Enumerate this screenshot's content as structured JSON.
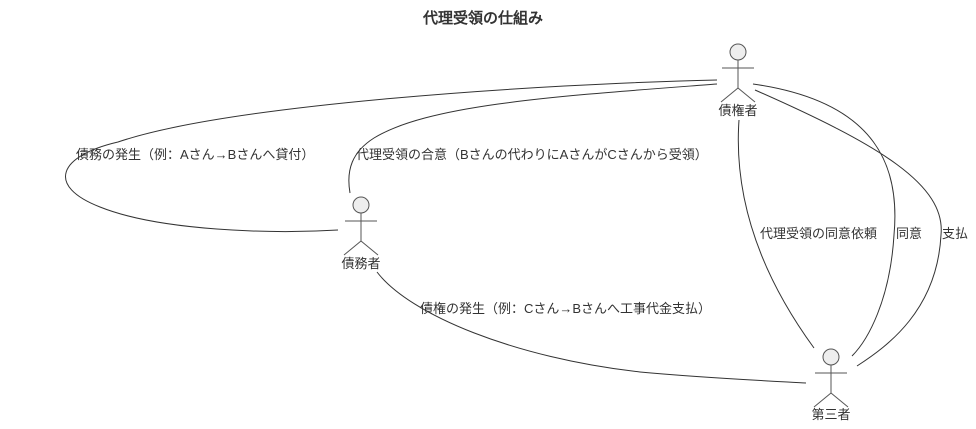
{
  "title": "代理受領の仕組み",
  "actors": [
    {
      "id": "creditor",
      "name": "債権者"
    },
    {
      "id": "debtor",
      "name": "債務者"
    },
    {
      "id": "third_party",
      "name": "第三者"
    }
  ],
  "edges": [
    {
      "between": [
        "債権者",
        "債務者"
      ],
      "label": "債務の発生（例：Aさん→Bさんへ貸付）"
    },
    {
      "between": [
        "債権者",
        "債務者"
      ],
      "label": "代理受領の合意（Bさんの代わりにAさんがCさんから受領）"
    },
    {
      "between": [
        "債務者",
        "第三者"
      ],
      "label": "債権の発生（例：Cさん→Bさんへ工事代金支払）"
    },
    {
      "between": [
        "債権者",
        "第三者"
      ],
      "label": "代理受領の同意依頼"
    },
    {
      "between": [
        "債権者",
        "第三者"
      ],
      "label": "同意"
    },
    {
      "between": [
        "債権者",
        "第三者"
      ],
      "label": "支払"
    }
  ],
  "colors": {
    "edge": "#333333",
    "actor_stroke": "#555555",
    "actor_head_fill": "#eeeeee",
    "text": "#333333",
    "background": "#ffffff"
  }
}
